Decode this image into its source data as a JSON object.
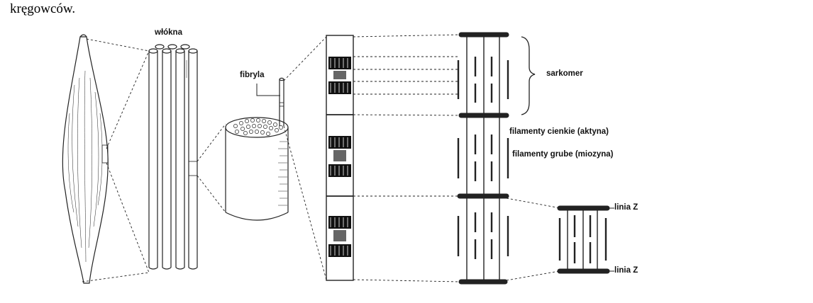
{
  "caption": "kręgowców.",
  "labels": {
    "fibers": "włókna",
    "fibril": "fibryla",
    "sarcomere": "sarkomer",
    "thin_filaments": "filamenty cienkie (aktyna)",
    "thick_filaments": "filamenty grube (miozyna)",
    "z_line_top": "linia Z",
    "z_line_bottom": "linia Z"
  }
}
